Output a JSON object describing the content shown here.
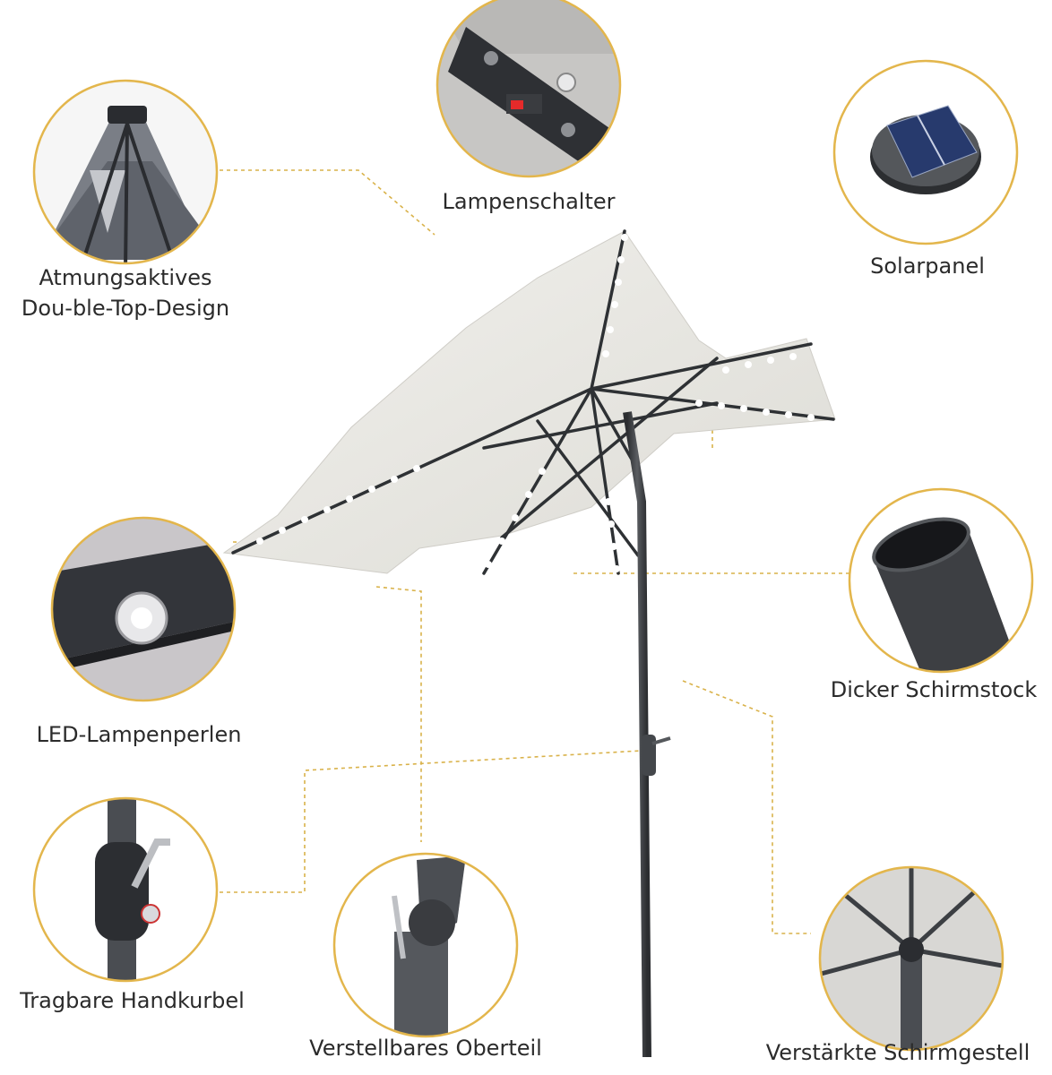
{
  "labels": {
    "lampenschalter": "Lampenschalter",
    "atmungsaktives_line1": "Atmungsaktives",
    "atmungsaktives_line2": "Dou-ble-Top-Design",
    "solarpanel": "Solarpanel",
    "led": "LED-Lampenperlen",
    "dicker": "Dicker Schirmstock",
    "handkurbel": "Tragbare Handkurbel",
    "oberteil": "Verstellbares Oberteil",
    "schirmgestell": "Verstärkte Schirmgestell"
  },
  "colors": {
    "accent_line": "#d9b24a",
    "circle_border": "#e3b64c",
    "canopy": "#ecebe6",
    "pole": "#3c3f42",
    "led": "#ffffff"
  }
}
